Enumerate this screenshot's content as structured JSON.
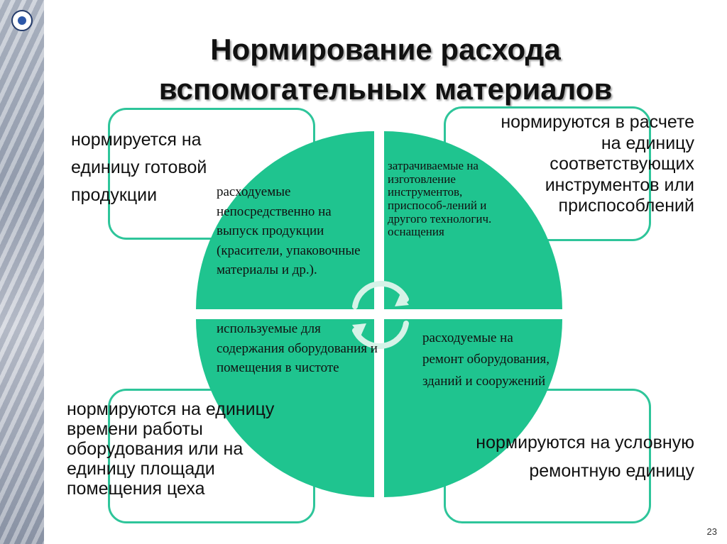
{
  "title": {
    "line1": "Нормирование расхода",
    "line2": "вспомогательных материалов"
  },
  "corners": {
    "top_left": "нормируется на единицу готовой продукции",
    "top_right": "нормируются в расчете на единицу соответствующих инструментов или приспособлений",
    "bottom_left": "нормируются на единицу времени работы оборудования или на единицу площади помещения цеха",
    "bottom_right": "нормируются на условную ремонтную единицу"
  },
  "segments": {
    "top_left": "расходуемые непосредственно на выпуск продукции (красители, упаковочные материалы и др.).",
    "top_right": "затрачиваемые на изготовление инструментов, приспособ-лений и другого технологич. оснащения",
    "bottom_left": "используемые для содержания оборудования и помещения в чистоте",
    "bottom_right": "расходуемые на ремонт оборудования, зданий и сооружений"
  },
  "page_number": "23",
  "colors": {
    "segment_fill": "#1fc48f",
    "frame_border": "#2ec59a",
    "arrow": "#d6f3e8"
  },
  "icons": {
    "cycle": "circular-arrows-icon",
    "logo": "logo-circle-icon"
  }
}
